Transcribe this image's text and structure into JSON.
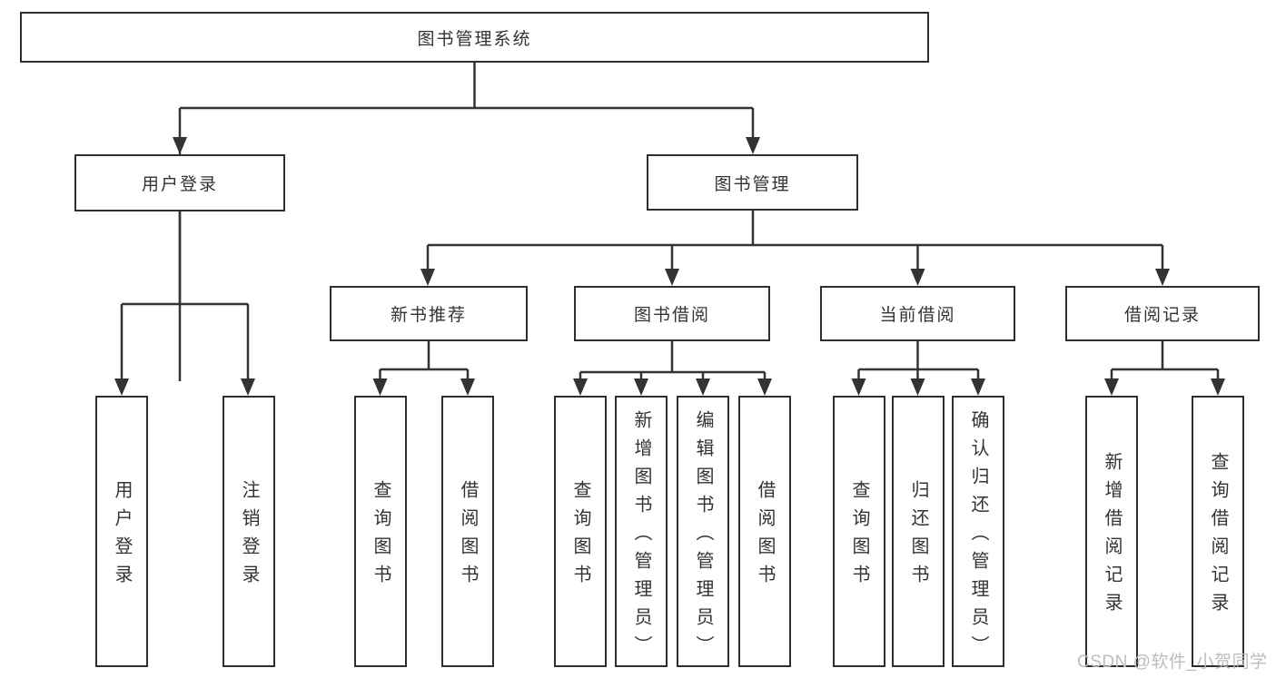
{
  "colors": {
    "background": "#ffffff",
    "line": "#333333",
    "box_border": "#2e2e2e",
    "text": "#333333",
    "watermark": "#bcbcbc"
  },
  "diagram": {
    "root": {
      "label": "图书管理系统"
    },
    "branches": [
      {
        "label": "用户登录",
        "children": [
          {
            "label": "用户登录"
          },
          {
            "label": "注销登录"
          }
        ]
      },
      {
        "label": "图书管理",
        "children": [
          {
            "label": "新书推荐",
            "children": [
              {
                "label": "查询图书"
              },
              {
                "label": "借阅图书"
              }
            ]
          },
          {
            "label": "图书借阅",
            "children": [
              {
                "label": "查询图书"
              },
              {
                "label": "新增图书（管理员）"
              },
              {
                "label": "编辑图书（管理员）"
              },
              {
                "label": "借阅图书"
              }
            ]
          },
          {
            "label": "当前借阅",
            "children": [
              {
                "label": "查询图书"
              },
              {
                "label": "归还图书"
              },
              {
                "label": "确认归还（管理员）"
              }
            ]
          },
          {
            "label": "借阅记录",
            "children": [
              {
                "label": "新增借阅记录"
              },
              {
                "label": "查询借阅记录"
              }
            ]
          }
        ]
      }
    ]
  },
  "watermark": {
    "text": "CSDN @软件_小贺同学"
  }
}
